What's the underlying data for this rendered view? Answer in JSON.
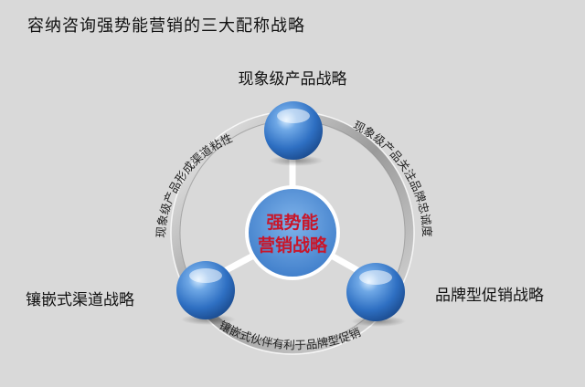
{
  "title": "容纳咨询强势能营销的三大配称战略",
  "center": {
    "line1": "强势能",
    "line2": "营销战略"
  },
  "nodes": {
    "top": "现象级产品战略",
    "left": "镶嵌式渠道战略",
    "right": "品牌型促销战略"
  },
  "arcs": {
    "left": "现象级产品形成渠道粘性",
    "right": "现象级产品关注品牌忠诚度",
    "bottom": "镶嵌式伙伴有利于品牌型促销"
  },
  "colors": {
    "sphere": "#2e6fc2",
    "center_fill": "#4f8fd6",
    "center_text": "#c8162a",
    "ring": "#b3b3b3",
    "background": "#d9d9d9"
  }
}
